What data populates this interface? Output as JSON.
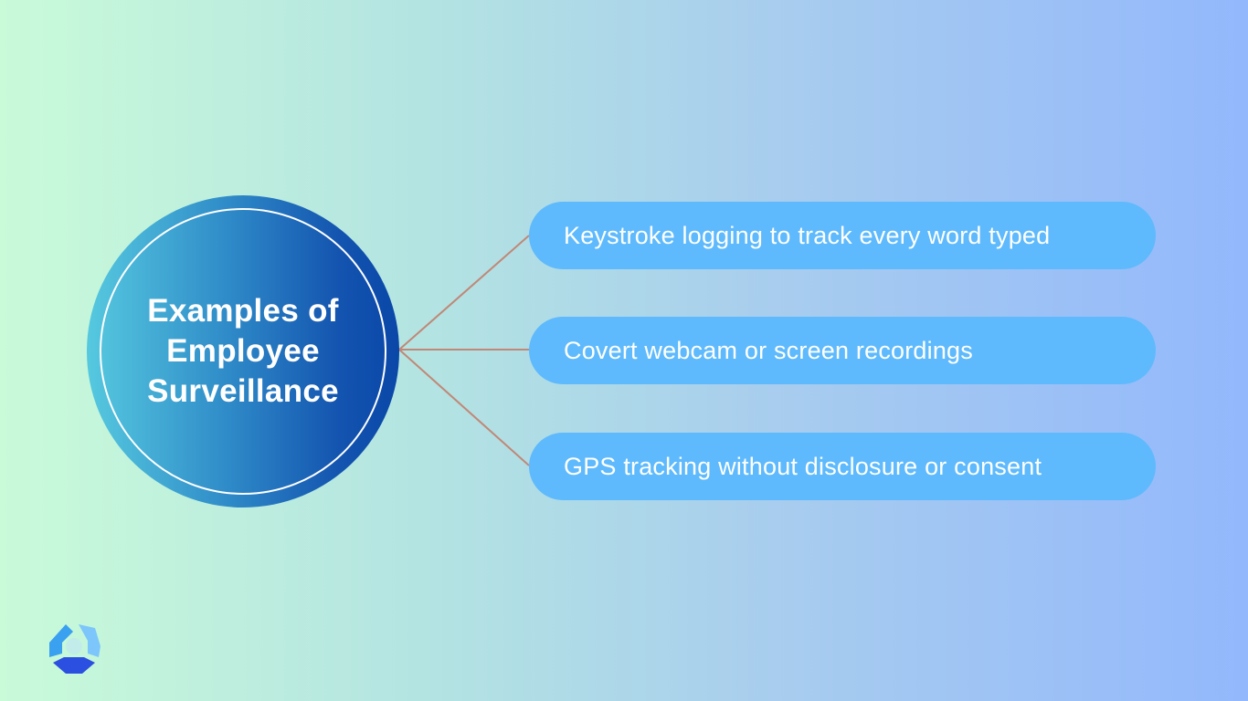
{
  "hub": {
    "title": "Examples of Employee Surveillance"
  },
  "items": [
    {
      "label": "Keystroke logging to track every word typed"
    },
    {
      "label": "Covert webcam or screen recordings"
    },
    {
      "label": "GPS tracking without disclosure or consent"
    }
  ],
  "colors": {
    "pill": "#5ebafc",
    "connector": "#c08878",
    "hub_dark": "#0a47a8",
    "hub_light": "#56c9df",
    "text": "#ffffff"
  },
  "logo": {
    "icon": "company-logo-icon"
  }
}
